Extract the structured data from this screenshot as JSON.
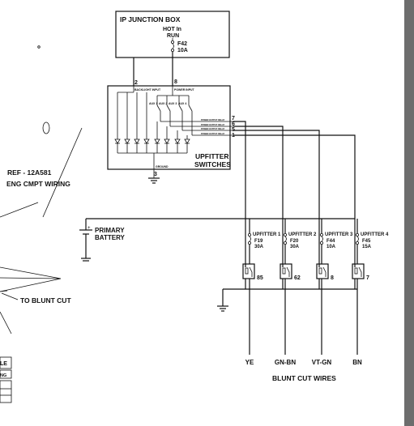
{
  "junction_box": {
    "title": "IP JUNCTION BOX",
    "hot_in": "HOT In",
    "run": "RUN",
    "fuse": "F42",
    "fuse_rating": "10A"
  },
  "wire_numbers": {
    "backlight": "2",
    "power": "8",
    "ground": "3",
    "relays": [
      "7",
      "6",
      "5",
      "1"
    ]
  },
  "switch_panel": {
    "backlight_label": "BACKLIGHT INPUT",
    "power_label": "POWER INPUT",
    "aux_labels": [
      "AUX 1",
      "AUX 2",
      "AUX 3",
      "AUX 4"
    ],
    "ground_label": "GROUND",
    "title_line1": "UPFITTER",
    "title_line2": "SWITCHES"
  },
  "ref": {
    "line1": "REF - 12A581",
    "line2": "ENG CMPT WIRING"
  },
  "battery": {
    "line1": "PRIMARY",
    "line2": "BATTERY"
  },
  "blunt_cut_label": "TO BLUNT CUT",
  "upfitters": [
    {
      "name": "UPFITTER 1",
      "fuse": "F19",
      "rating": "30A",
      "relay_wire": "85",
      "wire_color": "YE"
    },
    {
      "name": "UPFITTER 2",
      "fuse": "F20",
      "rating": "30A",
      "relay_wire": "62",
      "wire_color": "GN-BN"
    },
    {
      "name": "UPFITTER 3",
      "fuse": "F44",
      "rating": "10A",
      "relay_wire": "8",
      "wire_color": "VT-GN"
    },
    {
      "name": "UPFITTER 4",
      "fuse": "F45",
      "rating": "15A",
      "relay_wire": "7",
      "wire_color": "BN"
    }
  ],
  "blunt_cut_wires_title": "BLUNT CUT WIRES",
  "table_fragment": {
    "cells": [
      "LE",
      "NG"
    ]
  }
}
